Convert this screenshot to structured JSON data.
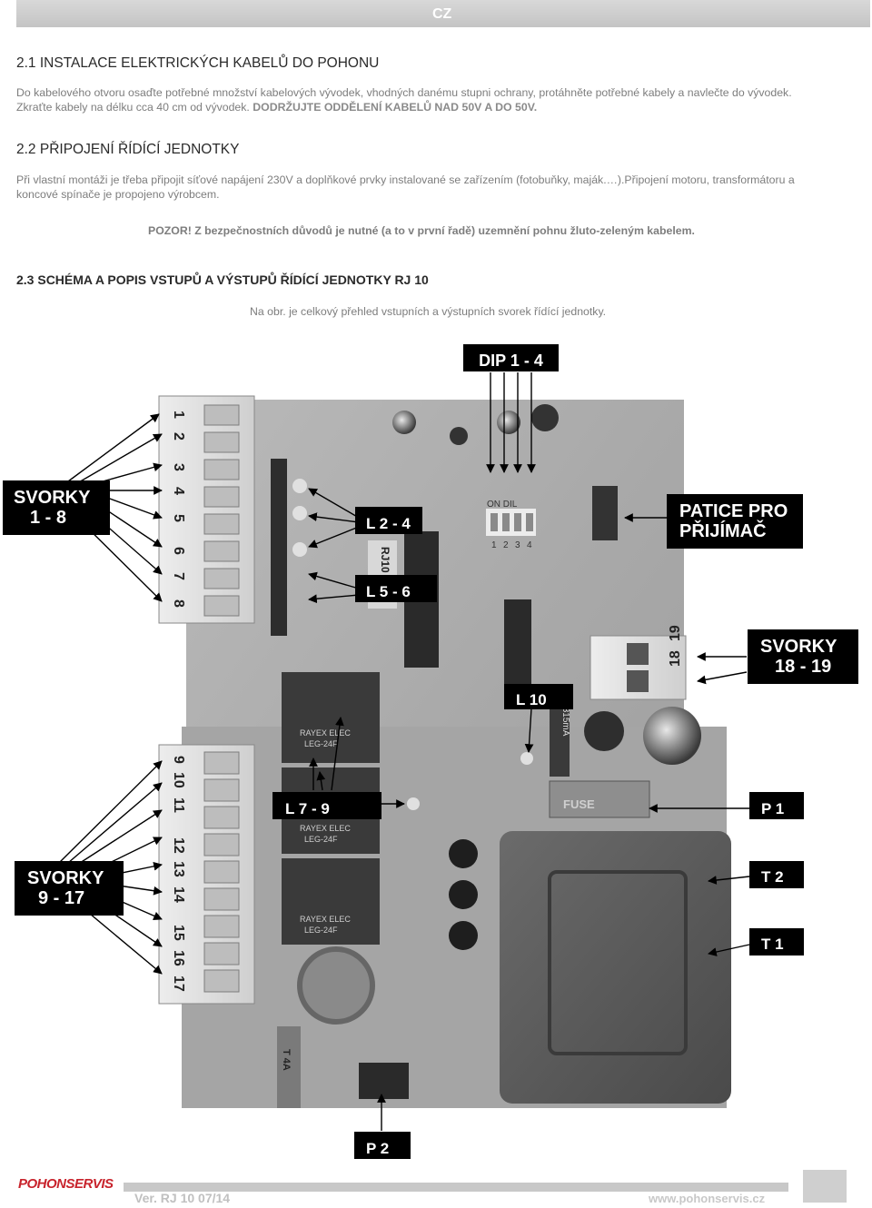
{
  "header": {
    "lang": "CZ"
  },
  "sections": {
    "s21": {
      "title": "2.1 INSTALACE ELEKTRICKÝCH KABELŮ DO POHONU",
      "line1": "Do kabelového otvoru osaďte potřebné množství kabelových vývodek,  vhodných danému stupni ochrany, protáhněte potřebné kabely a navlečte do vývodek.",
      "line2a": "Zkraťte kabely na délku cca 40 cm od vývodek. ",
      "line2b": "DODRŽUJTE ODDĚLENÍ KABELŮ NAD 50V A DO 50V."
    },
    "s22": {
      "title": "2.2 PŘIPOJENÍ ŘÍDÍCÍ JEDNOTKY",
      "line1": "Při vlastní montáži je třeba připojit síťové napájení 230V a doplňkové prvky instalované se zařízením (fotobuňky, maják.…).Připojení motoru, transformátoru a",
      "line2": "koncové spínače je propojeno výrobcem.",
      "warn_a": "POZOR!",
      "warn_b": " Z bezpečnostních důvodů je nutné (a to v první řadě) uzemnění pohnu žluto-zeleným kabelem."
    },
    "s23": {
      "title": "2.3  SCHÉMA A POPIS VSTUPŮ A VÝSTUPŮ  ŘÍDÍCÍ JEDNOTKY RJ 10",
      "text": "Na obr. je celkový přehled vstupních a výstupních svorek řídící jednotky."
    }
  },
  "labels": {
    "dip": "DIP 1 - 4",
    "svorky18a": "SVORKY",
    "svorky18b": "1 - 8",
    "l24": "L  2 - 4",
    "patice_a": "PATICE PRO",
    "patice_b": "PŘIJÍMAČ",
    "l56": "L  5 - 6",
    "svorky1819a": "SVORKY",
    "svorky1819b": "18 - 19",
    "l10": "L 10",
    "l79": "L  7 - 9",
    "p1": "P 1",
    "svorky917a": "SVORKY",
    "svorky917b": "9 - 17",
    "t2": "T 2",
    "t1": "T 1",
    "p2": "P 2"
  },
  "board": {
    "terminals_left_top": [
      "1",
      "2",
      "3",
      "4",
      "5",
      "6",
      "7",
      "8"
    ],
    "terminals_left_bottom": [
      "9",
      "10",
      "11",
      "12",
      "13",
      "14",
      "15",
      "16",
      "17"
    ],
    "terminals_right": [
      "18",
      "19"
    ],
    "dip_text": "ON DIL",
    "dip_numbers": [
      "1",
      "2",
      "3",
      "4"
    ],
    "relay_brand": "RAYEX ELEC",
    "relay_model": "LEG-24F",
    "chip_label": "RJ10",
    "fuse_small": "T 315mA",
    "fuse_label": "FUSE",
    "fuse_big": "T 4A"
  },
  "footer": {
    "logo": "POHONSERVIS",
    "version": "Ver. RJ 10  07/14",
    "website": "www.pohonservis.cz"
  }
}
